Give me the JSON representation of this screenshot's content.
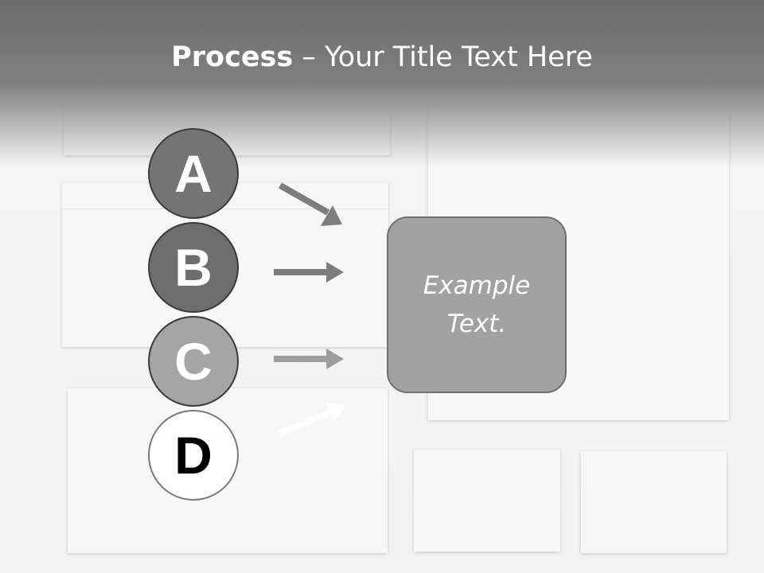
{
  "title": {
    "bold": "Process",
    "rest": " – Your Title Text Here"
  },
  "steps": [
    {
      "letter": "A"
    },
    {
      "letter": "B"
    },
    {
      "letter": "C"
    },
    {
      "letter": "D"
    }
  ],
  "box": {
    "text": "Example Text."
  },
  "colors": {
    "header": "#7a7a7a",
    "circle_a": "#747474",
    "circle_b": "#6e6e6e",
    "circle_c": "#a5a5a5",
    "circle_d": "#ffffff",
    "box_fill": "#a2a2a2",
    "arrow_dark": "#7d7d7d",
    "arrow_mid": "#9d9d9d",
    "arrow_light": "#ffffff"
  }
}
